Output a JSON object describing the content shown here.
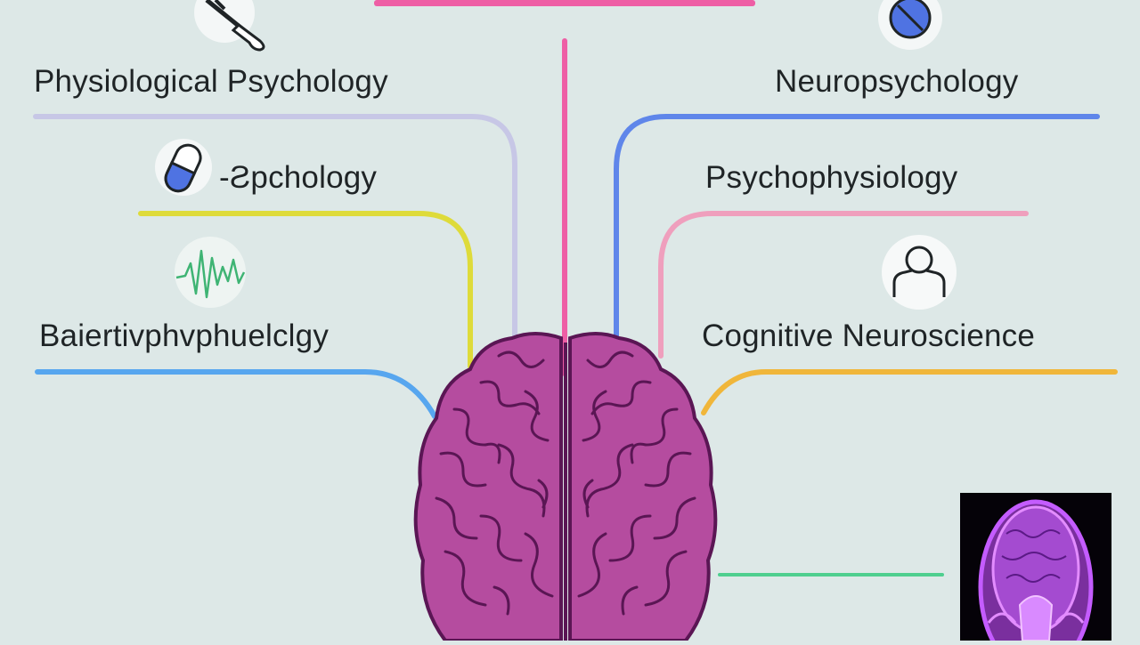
{
  "diagram": {
    "nodes": [
      {
        "id": "physiological",
        "label": "Physiological Psychology",
        "side": "left",
        "line_color": "#c7c7e6",
        "icon": "dropper-icon"
      },
      {
        "id": "psych",
        "label": "-Ƨpchology",
        "side": "left",
        "line_color": "#dedb3a",
        "icon": "pill-icon"
      },
      {
        "id": "behav",
        "label": "Baiertivphvphuelclgy",
        "side": "left",
        "line_color": "#57a6ef",
        "icon": "heartbeat-wave-icon"
      },
      {
        "id": "neuro",
        "label": "Neuropsychology",
        "side": "right",
        "line_color": "#5f86ea",
        "icon": "blue-pill-icon"
      },
      {
        "id": "psychophys",
        "label": "Psychophysiology",
        "side": "right",
        "line_color": "#ef9fbd",
        "icon": "none"
      },
      {
        "id": "cognitive",
        "label": "Cognitive Neuroscience",
        "side": "right",
        "line_color": "#f0b63a",
        "icon": "person-icon"
      }
    ],
    "center": {
      "name": "brain-icon",
      "color": "#b54c9f",
      "stroke": "#5a1654",
      "top_line_color": "#ee5ea5"
    },
    "scan": {
      "name": "brain-scan-image",
      "connector_color": "#4fcf8f"
    }
  }
}
